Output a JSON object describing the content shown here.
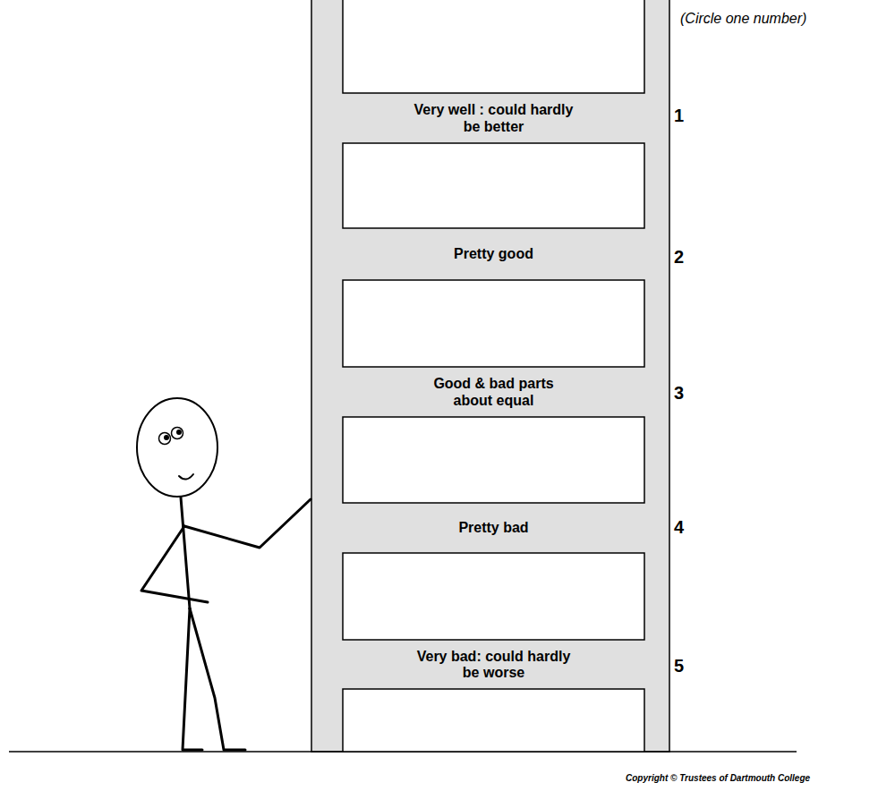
{
  "diagram": {
    "nodes": [
      {
        "text": [
          "Very well : could hardly be better"
        ]
      },
      {
        "text": [
          "Pretty good"
        ]
      },
      {
        "text": [
          "Good & bad parts about equal"
        ]
      },
      {
        "text": [
          "Pretty bad"
        ]
      },
      {
        "text": [
          "Very bad: could hardly be worse"
        ]
      }
    ],
    "labels": [
      "(Circle one number)",
      "1",
      "2",
      "3",
      "4",
      "5",
      "Copyright © Trustees of Dartmouth College"
    ]
  }
}
